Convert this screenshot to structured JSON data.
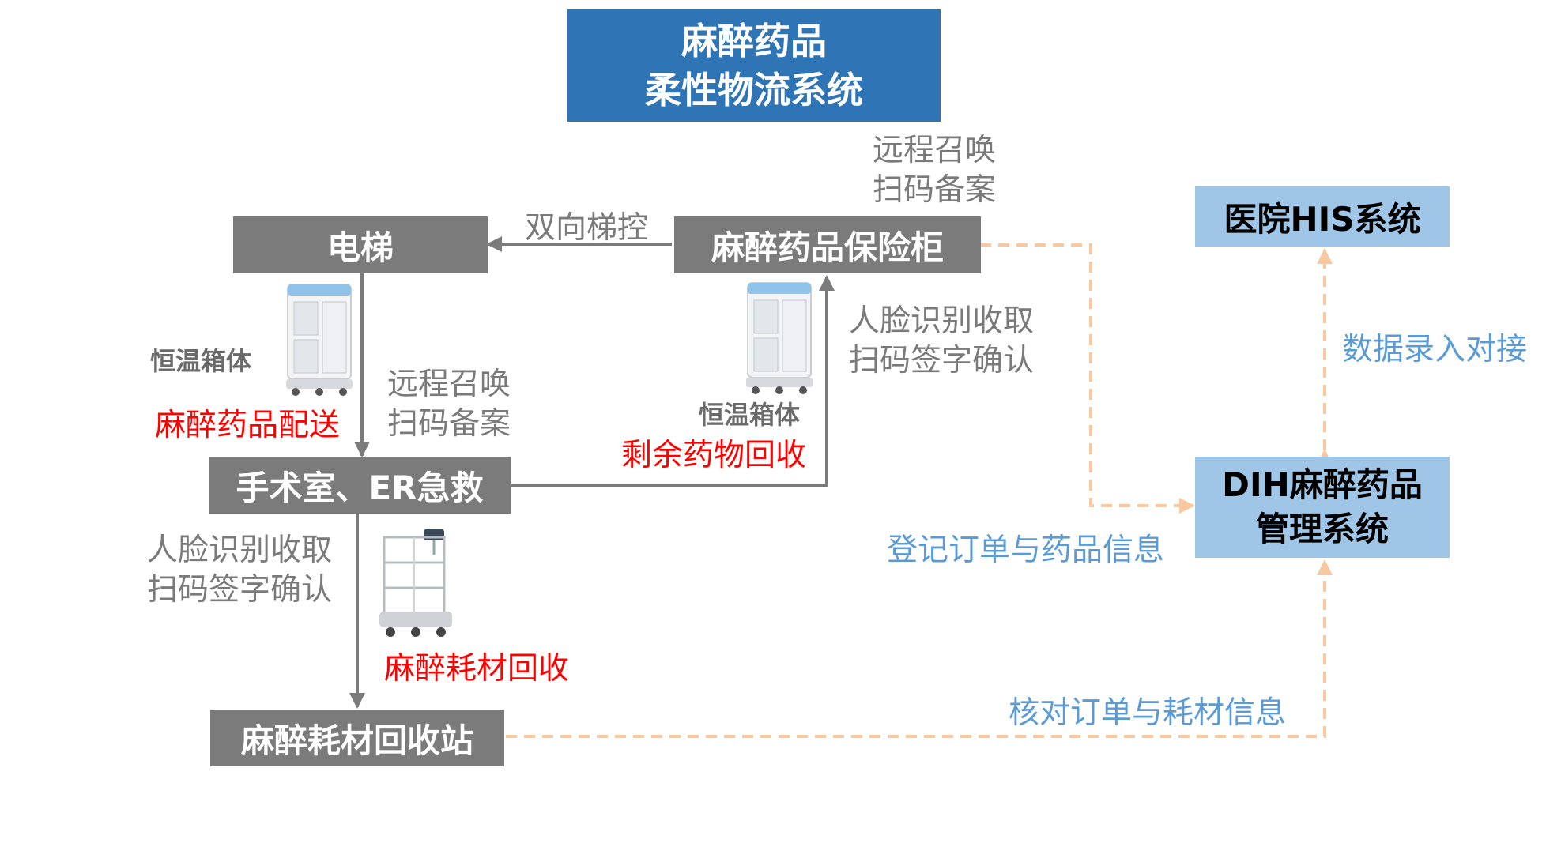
{
  "title": {
    "line1": "麻醉药品",
    "line2": "柔性物流系统"
  },
  "nodes": {
    "elevator": "电梯",
    "safe": "麻醉药品保险柜",
    "or_er": "手术室、ER急救",
    "recycle_station": "麻醉耗材回收站",
    "his": "医院HIS系统",
    "dih": {
      "line1": "DIH麻醉药品",
      "line2": "管理系统"
    }
  },
  "labels": {
    "remote_top": {
      "line1": "远程召唤",
      "line2": "扫码备案"
    },
    "two_way": "双向梯控",
    "face_right": {
      "line1": "人脸识别收取",
      "line2": "扫码签字确认"
    },
    "remote_mid": {
      "line1": "远程召唤",
      "line2": "扫码备案"
    },
    "face_left": {
      "line1": "人脸识别收取",
      "line2": "扫码签字确认"
    },
    "data_entry": "数据录入对接",
    "register": "登记订单与药品信息",
    "verify": "核对订单与耗材信息",
    "thermo_left": "恒温箱体",
    "thermo_right": "恒温箱体",
    "deliver": "麻醉药品配送",
    "leftover": "剩余药物回收",
    "consumable": "麻醉耗材回收"
  },
  "colors": {
    "title_bg": "#2f74b5",
    "node_gray": "#7b7b7b",
    "node_blue": "#9fc6e6",
    "arrow_gray": "#7b7b7b",
    "arrow_dashed": "#f8c9a0",
    "label_gray": "#7a7a7a",
    "label_blue": "#5b9bd5",
    "label_red": "#ff0000"
  }
}
